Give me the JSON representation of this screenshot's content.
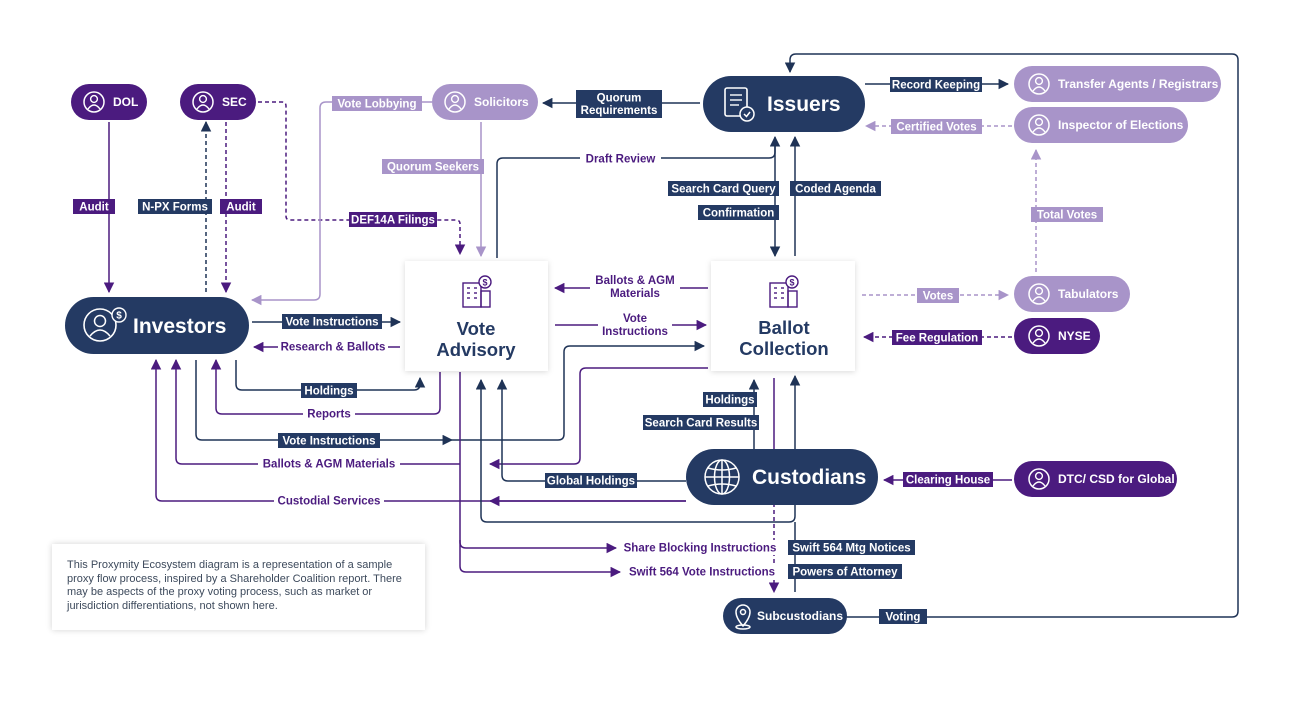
{
  "colors": {
    "navy": "#243a63",
    "dark_purple": "#4b1b7f",
    "light_purple": "#a894c9",
    "arrow_navy": "#1f3356",
    "arrow_purple": "#4b1b7f"
  },
  "nodes": {
    "dol": "DOL",
    "sec": "SEC",
    "solicitors": "Solicitors",
    "issuers": "Issuers",
    "transfer_agents": "Transfer Agents / Registrars",
    "inspector": "Inspector of Elections",
    "investors": "Investors",
    "vote_advisory_1": "Vote",
    "vote_advisory_2": "Advisory",
    "ballot_collection_1": "Ballot",
    "ballot_collection_2": "Collection",
    "tabulators": "Tabulators",
    "nyse": "NYSE",
    "custodians": "Custodians",
    "dtc": "DTC/ CSD for Global",
    "subcustodians": "Subcustodians"
  },
  "labels": {
    "audit_dol": "Audit",
    "npx_forms": "N-PX Forms",
    "audit_sec": "Audit",
    "vote_lobbying": "Vote Lobbying",
    "quorum_requirements_1": "Quorum",
    "quorum_requirements_2": "Requirements",
    "quorum_seekers": "Quorum Seekers",
    "def14a": "DEF14A Filings",
    "draft_review": "Draft Review",
    "record_keeping": "Record Keeping",
    "certified_votes": "Certified Votes",
    "search_card_query": "Search Card Query",
    "coded_agenda": "Coded Agenda",
    "confirmation": "Confirmation",
    "total_votes": "Total Votes",
    "ballots_agm_top_1": "Ballots & AGM",
    "ballots_agm_top_2": "Materials",
    "vote_instructions_mid_1": "Vote",
    "vote_instructions_mid_2": "Instructions",
    "votes": "Votes",
    "fee_regulation": "Fee Regulation",
    "vote_instructions_left": "Vote Instructions",
    "research_ballots": "Research & Ballots",
    "holdings_left": "Holdings",
    "reports": "Reports",
    "vote_instructions_low": "Vote Instructions",
    "ballots_agm_low": "Ballots & AGM Materials",
    "custodial_services": "Custodial Services",
    "holdings_right": "Holdings",
    "search_card_results": "Search Card Results",
    "global_holdings": "Global Holdings",
    "clearing_house": "Clearing House",
    "share_blocking": "Share Blocking Instructions",
    "swift_564_mtg": "Swift 564 Mtg Notices",
    "swift_564_vote": "Swift 564 Vote Instructions",
    "powers_of_attorney": "Powers of Attorney",
    "voting": "Voting"
  },
  "note": {
    "text": "This Proxymity Ecosystem diagram is a representation of a sample proxy flow process, inspired by a Shareholder Coalition report. There may be aspects of the proxy voting process, such as market or jurisdiction differentiations, not shown here."
  }
}
